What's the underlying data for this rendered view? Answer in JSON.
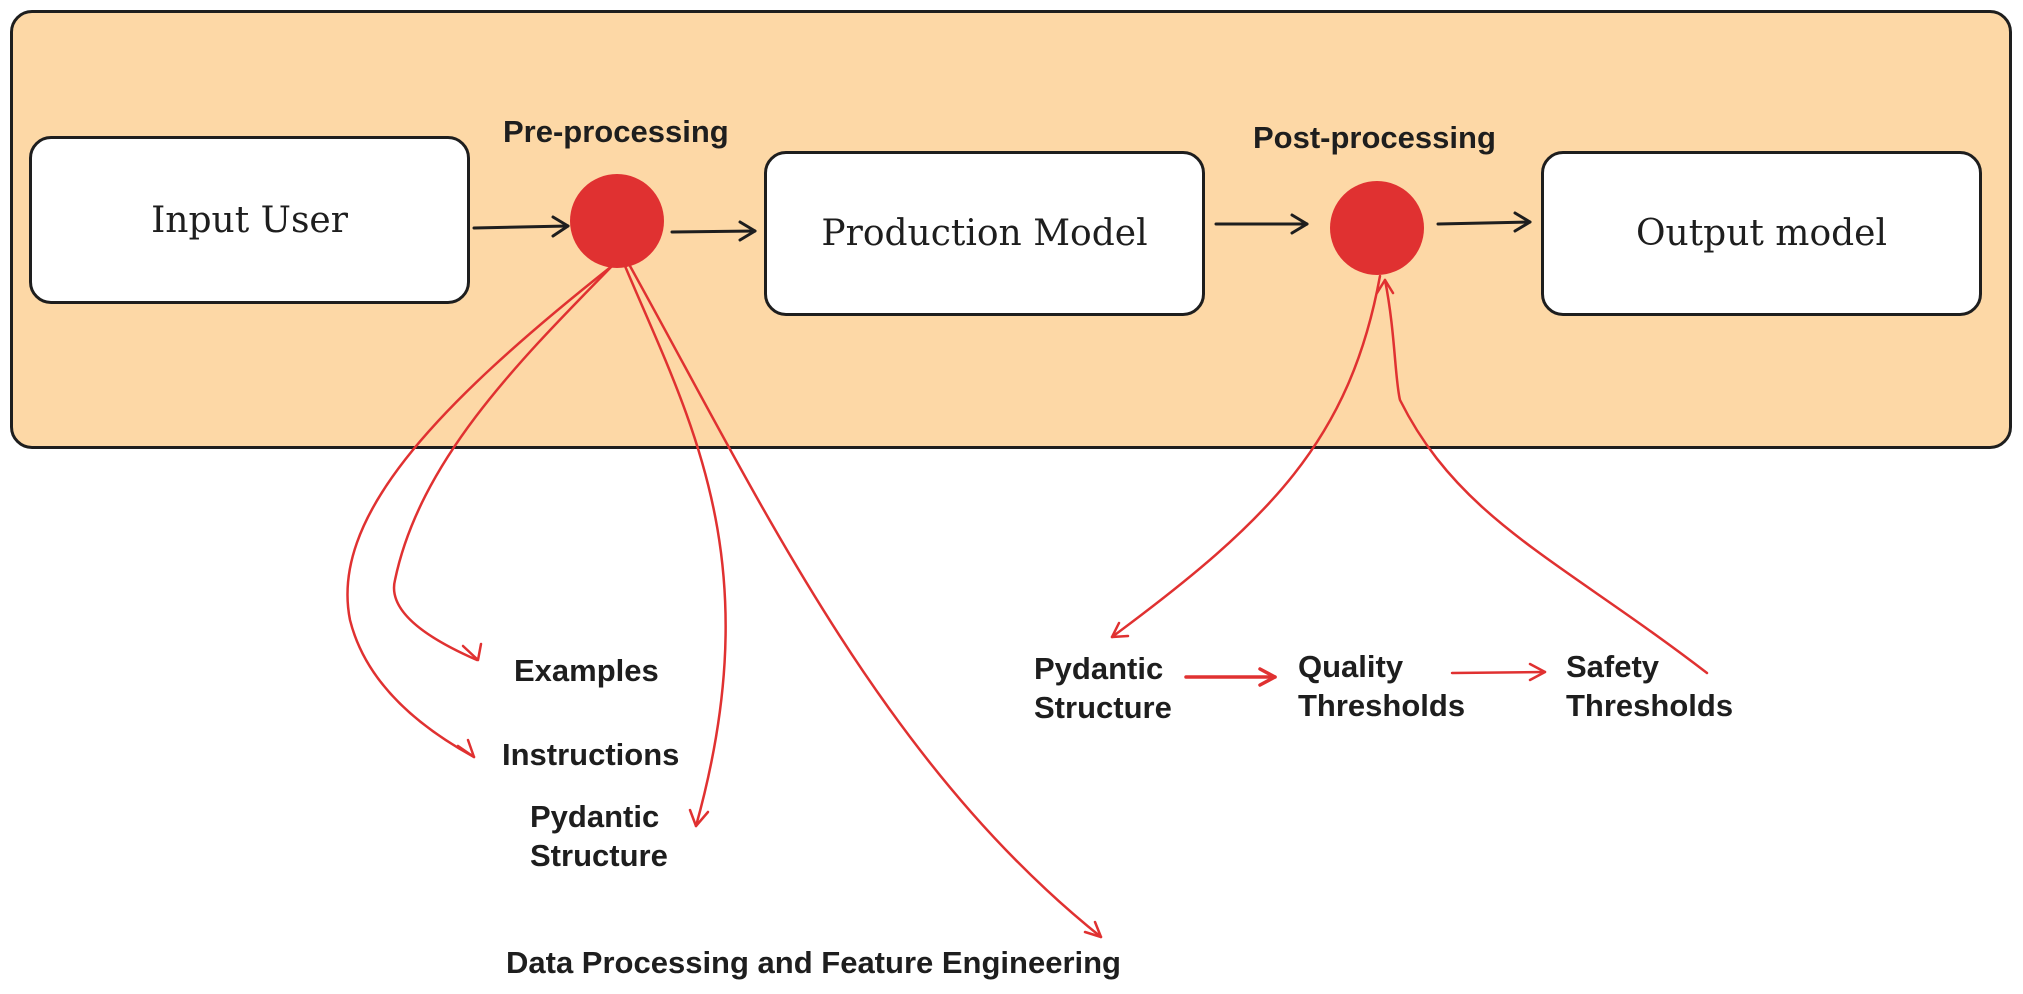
{
  "pipeline": {
    "boxes": {
      "input_user": "Input User",
      "production_model": "Production Model",
      "output_model": "Output model"
    },
    "preprocessing": {
      "title": "Pre-processing",
      "items": {
        "examples": "Examples",
        "instructions": "Instructions",
        "pydantic_line1": "Pydantic",
        "pydantic_line2": "Structure",
        "data_processing": "Data Processing and Feature  Engineering"
      }
    },
    "postprocessing": {
      "title": "Post-processing",
      "items": {
        "pydantic_line1": "Pydantic",
        "pydantic_line2": "Structure",
        "quality_line1": "Quality",
        "quality_line2": "Thresholds",
        "safety_line1": "Safety",
        "safety_line2": "Thresholds"
      }
    }
  },
  "colors": {
    "panel_fill": "#fdd8a6",
    "node_fill": "#e03131",
    "stroke": "#1e1e1e",
    "arrow_red": "#e03131"
  }
}
